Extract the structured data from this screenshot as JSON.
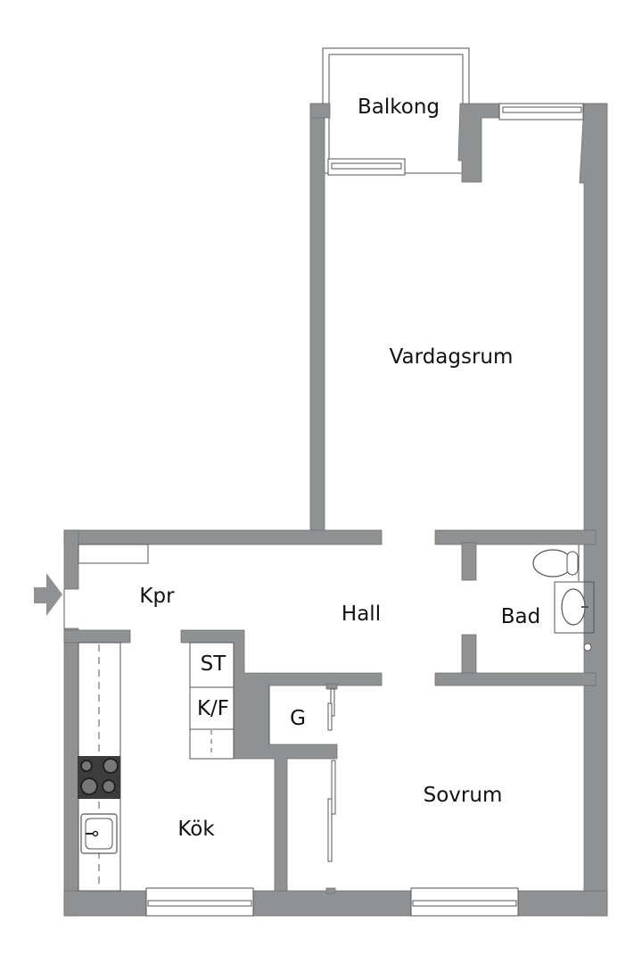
{
  "floorplan": {
    "colors": {
      "wall": "#8f9192",
      "background": "#ffffff",
      "text": "#111111"
    },
    "rooms": {
      "balkong": "Balkong",
      "vardagsrum": "Vardagsrum",
      "kpr": "Kpr",
      "hall": "Hall",
      "bad": "Bad",
      "st": "ST",
      "kf": "K/F",
      "g": "G",
      "kok": "Kök",
      "sovrum": "Sovrum"
    },
    "entrance_icon": "entrance-arrow-icon"
  }
}
